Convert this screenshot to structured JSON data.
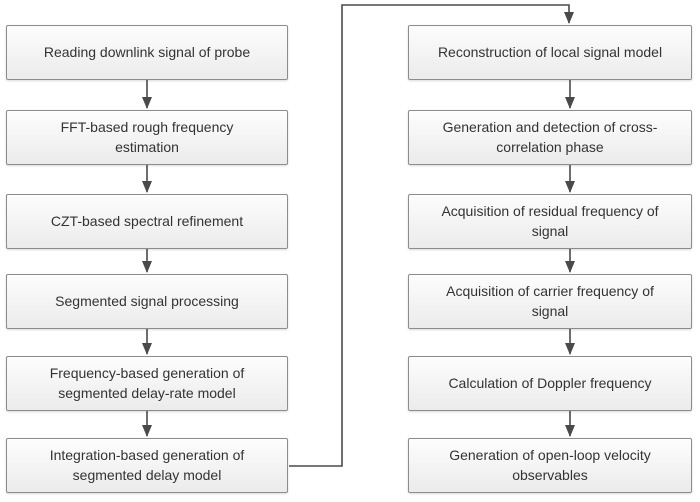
{
  "flowchart": {
    "left_column": [
      {
        "label": "Reading downlink signal of probe"
      },
      {
        "label": "FFT-based rough frequency\nestimation"
      },
      {
        "label": "CZT-based spectral refinement"
      },
      {
        "label": "Segmented signal processing"
      },
      {
        "label": "Frequency-based generation of\nsegmented delay-rate model"
      },
      {
        "label": "Integration-based generation of\nsegmented delay model"
      }
    ],
    "right_column": [
      {
        "label": "Reconstruction of local signal model"
      },
      {
        "label": "Generation and detection of cross-\ncorrelation phase"
      },
      {
        "label": "Acquisition of residual frequency of\nsignal"
      },
      {
        "label": "Acquisition of carrier frequency of\nsignal"
      },
      {
        "label": "Calculation of Doppler frequency"
      },
      {
        "label": "Generation of open-loop velocity\nobservables"
      }
    ],
    "colors": {
      "background": "#ffffff",
      "box_fill_top": "#fdfdfd",
      "box_fill_bottom": "#ebebeb",
      "box_border": "#8c8c8c",
      "arrow": "#4a4a4a",
      "text": "#333333"
    }
  }
}
